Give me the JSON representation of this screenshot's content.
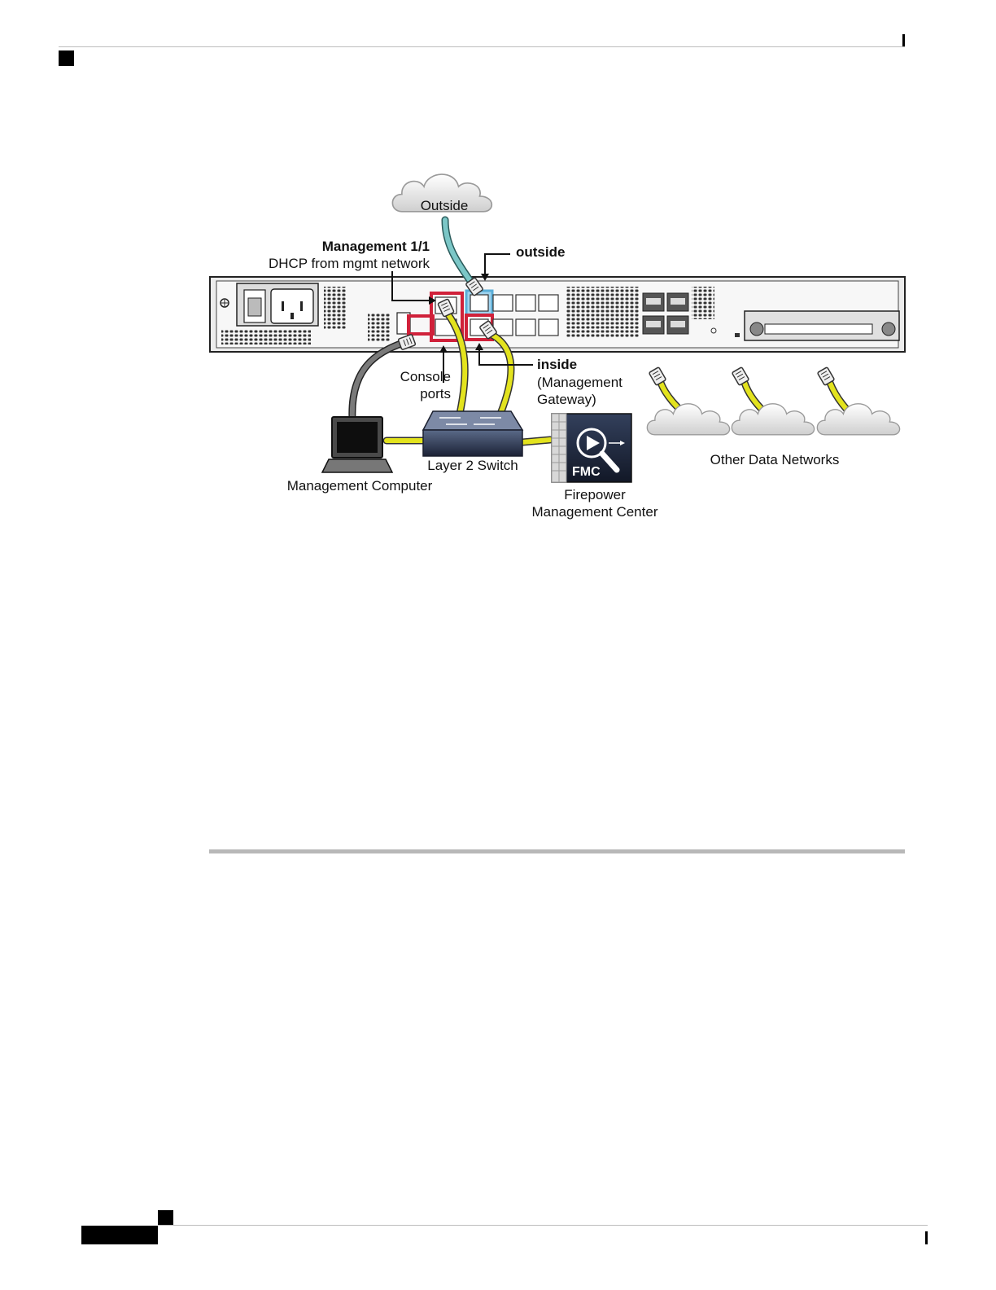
{
  "diagram": {
    "clouds": {
      "outside": "Outside"
    },
    "labels": {
      "mgmt_title": "Management 1/1",
      "mgmt_sub": "DHCP from mgmt network",
      "outside": "outside",
      "inside": "inside",
      "inside_sub1": "(Management",
      "inside_sub2": "Gateway)",
      "console1": "Console",
      "console2": "ports",
      "switch": "Layer 2 Switch",
      "computer": "Management Computer",
      "fmc_badge": "FMC",
      "fmc1": "Firepower",
      "fmc2": "Management Center",
      "other": "Other Data Networks"
    },
    "colors": {
      "yellow_cable": "#e3e31e",
      "teal_cable": "#7cc7c7",
      "gray_cable": "#6f6f6f",
      "highlight_red": "#d0213a",
      "highlight_blue": "#5aaed8"
    }
  }
}
